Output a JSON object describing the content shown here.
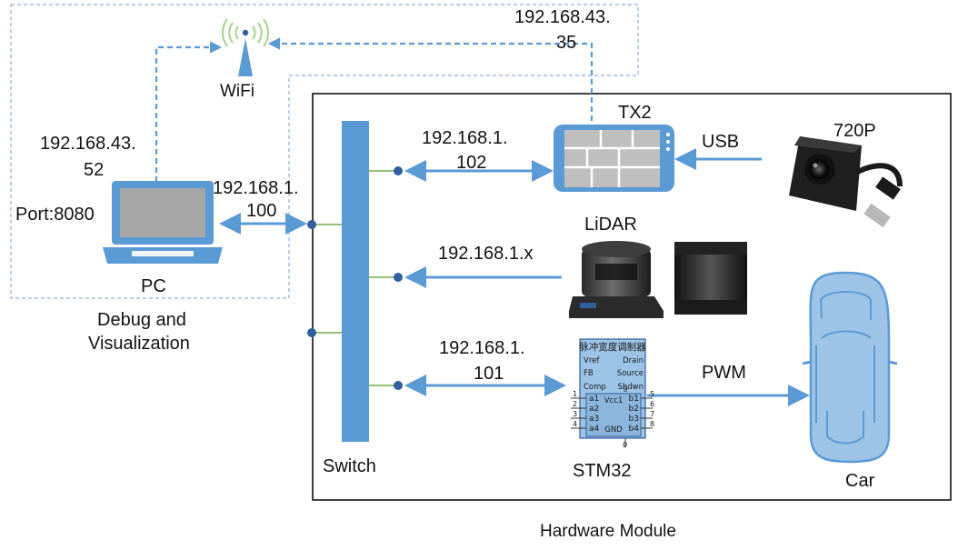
{
  "labels": {
    "wifi": "WiFi",
    "wifi_ip_tx2_line1": "192.168.43.",
    "wifi_ip_tx2_line2": "35",
    "wifi_ip_pc_line1": "192.168.43.",
    "wifi_ip_pc_line2": "52",
    "port": "Port:8080",
    "pc_ip_line1": "192.168.1.",
    "pc_ip_line2": "100",
    "pc": "PC",
    "debug_line1": "Debug and",
    "debug_line2": "Visualization",
    "tx2": "TX2",
    "tx2_ip_line1": "192.168.1.",
    "tx2_ip_line2": "102",
    "usb": "USB",
    "camera": "720P",
    "lidar": "LiDAR",
    "lidar_ip": "192.168.1.x",
    "stm_ip_line1": "192.168.1.",
    "stm_ip_line2": "101",
    "pwm": "PWM",
    "switch": "Switch",
    "stm32": "STM32",
    "car": "Car",
    "hardware_module": "Hardware Module"
  },
  "chip": {
    "title": "脉冲宽度调制器",
    "vref": "Vref",
    "drain": "Drain",
    "fb": "FB",
    "source": "Source",
    "comp": "Comp",
    "shdwn": "Shdwn",
    "vcc1": "Vcc1",
    "gnd": "GND",
    "a1": "a1",
    "a2": "a2",
    "a3": "a3",
    "a4": "a4",
    "b1": "b1",
    "b2": "b2",
    "b3": "b3",
    "b4": "b4",
    "pin1": "1",
    "pin2": "2",
    "pin3": "3",
    "pin4": "4",
    "pin5": "5",
    "pin6": "6",
    "pin7": "7",
    "pin8": "8",
    "pin0": "0",
    "pin9": "9"
  },
  "colors": {
    "accent": "#5B9BD5",
    "device_gray": "#A6A6A6",
    "switch_link": "#70AD47"
  }
}
